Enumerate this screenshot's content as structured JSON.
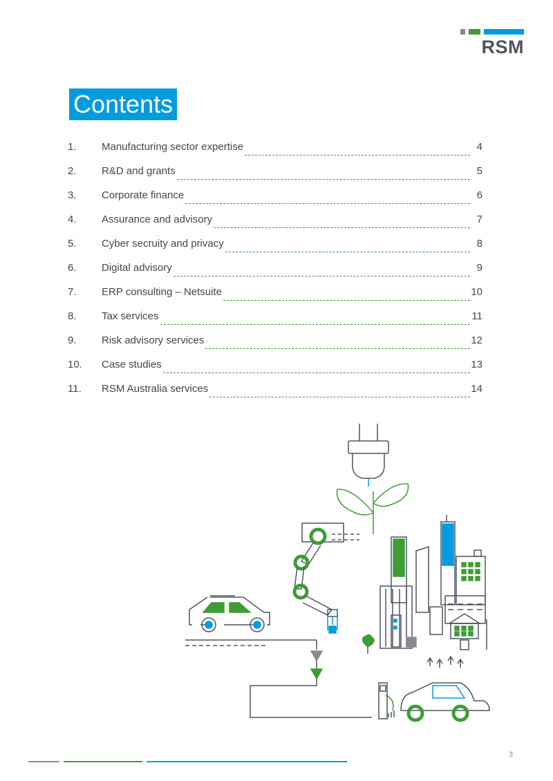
{
  "brand": {
    "name": "RSM",
    "colors": {
      "grey": "#888b8d",
      "green": "#3f9c35",
      "blue": "#009cde",
      "text": "#3f4650"
    }
  },
  "title": "Contents",
  "toc": [
    {
      "num": "1.",
      "label": "Manufacturing sector expertise",
      "page": "4"
    },
    {
      "num": "2.",
      "label": "R&D and grants",
      "page": "5"
    },
    {
      "num": "3.",
      "label": "Corporate finance",
      "page": "6"
    },
    {
      "num": "4.",
      "label": "Assurance and advisory",
      "page": "7"
    },
    {
      "num": "5.",
      "label": "Cyber secruity and privacy",
      "page": "8"
    },
    {
      "num": "6.",
      "label": "Digital advisory",
      "page": "9"
    },
    {
      "num": "7.",
      "label": "ERP consulting – Netsuite",
      "page": "10"
    },
    {
      "num": "8.",
      "label": "Tax services",
      "page": "11"
    },
    {
      "num": "9.",
      "label": "Risk advisory services",
      "page": "12"
    },
    {
      "num": "10.",
      "label": "Case studies",
      "page": "13"
    },
    {
      "num": "11.",
      "label": "RSM Australia services",
      "page": "14"
    }
  ],
  "illustration": {
    "icon": "manufacturing-city-illustration"
  },
  "page_number": "3"
}
